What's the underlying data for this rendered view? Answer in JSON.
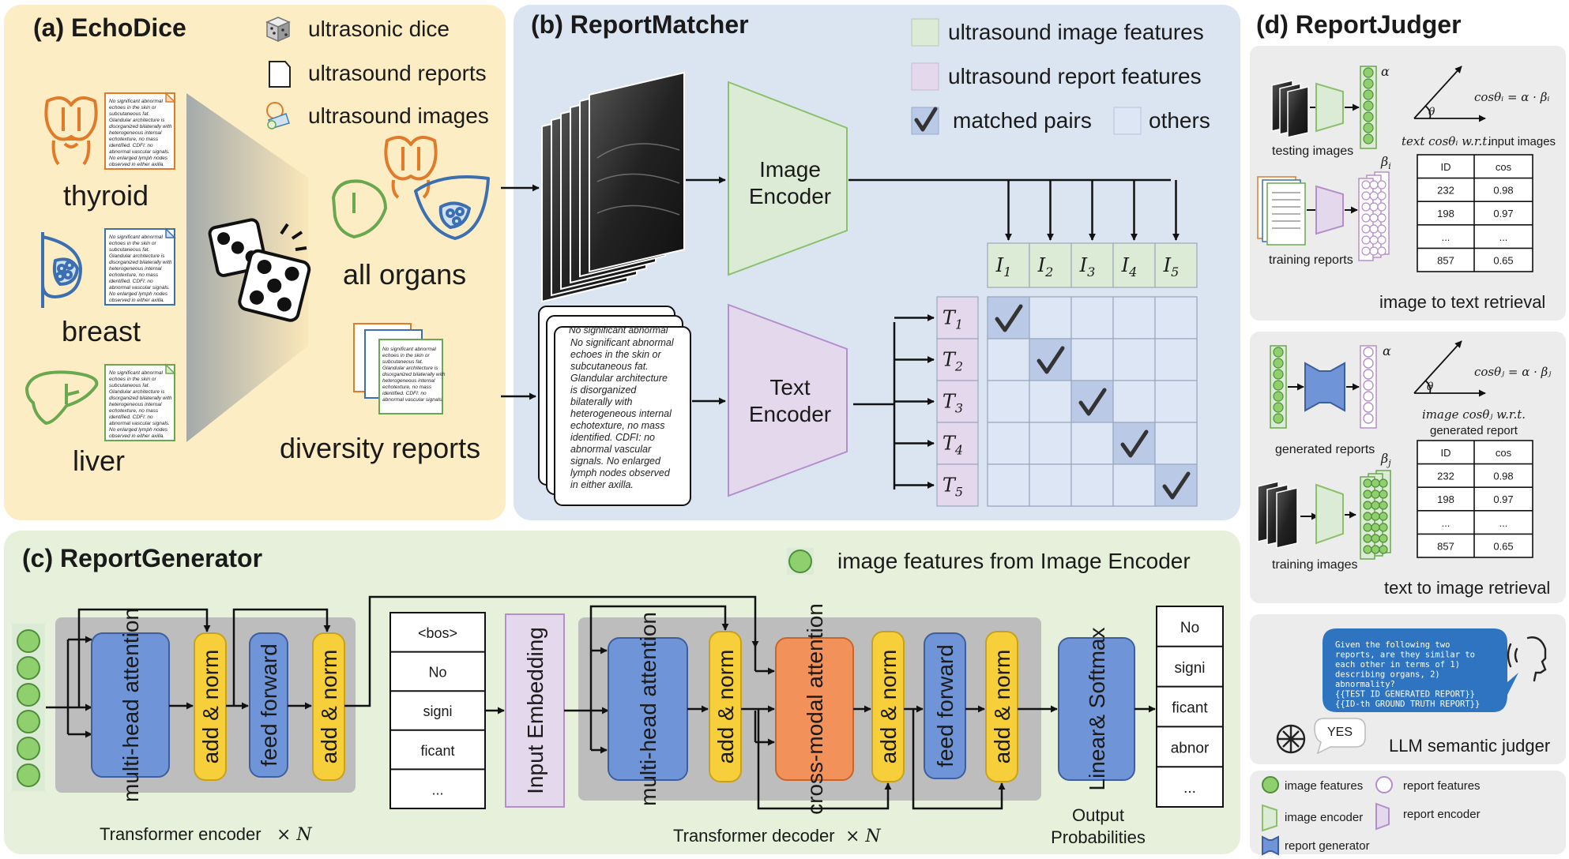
{
  "panel_a": {
    "title": "(a) EchoDice",
    "legend": [
      "ultrasonic dice",
      "ultrasound reports",
      "ultrasound images"
    ],
    "organs": [
      "thyroid",
      "breast",
      "liver"
    ],
    "all_organs": "all organs",
    "diversity_reports": "diversity reports",
    "mini_reports": [
      [
        "No significant abnormal",
        "echoes in the skin or",
        "subcutaneous fat.",
        "Glandular architecture is",
        "disorganized bilaterally with",
        "heterogeneous internal",
        "echotexture, no mass",
        "identified. CDFI: no",
        "abnormal vascular signals.",
        "No enlarged lymph nodes",
        "observed in either axilla."
      ]
    ]
  },
  "panel_b": {
    "title": "(b) ReportMatcher",
    "legend": [
      "ultrasound image features",
      "ultrasound report features",
      "matched pairs",
      "others"
    ],
    "image_encoder": [
      "Image",
      "Encoder"
    ],
    "text_encoder": [
      "Text",
      "Encoder"
    ],
    "image_tokens": [
      "I",
      "I",
      "I",
      "I",
      "I"
    ],
    "text_tokens": [
      "T",
      "T",
      "T",
      "T",
      "T"
    ],
    "subscripts": [
      "1",
      "2",
      "3",
      "4",
      "5"
    ],
    "report_text": [
      "No significant abnormal",
      "echoes in the skin or",
      "subcutaneous fat.",
      "Glandular architecture",
      "is disorganized",
      "bilaterally with",
      "heterogeneous internal",
      "echotexture, no mass",
      "identified. CDFI: no",
      "abnormal vascular",
      "signals. No enlarged",
      "lymph nodes observed",
      "in either axilla."
    ],
    "back_card_text": "No significant abnormal"
  },
  "panel_c": {
    "title": "(c) ReportGenerator",
    "legend": "image features from Image Encoder",
    "encoder_blocks": [
      "multi-head attention",
      "add & norm",
      "feed forward",
      "add & norm"
    ],
    "encoder_label": "Transformer encoder",
    "decoder_label": "Transformer decoder",
    "times_n": "× N",
    "input_tokens": [
      "<bos>",
      "No",
      "signi",
      "ficant",
      "..."
    ],
    "input_embedding": "Input Embedding",
    "decoder_blocks": [
      "multi-head attention",
      "add & norm",
      "cross-modal attention",
      "add & norm",
      "feed forward",
      "add & norm"
    ],
    "linear_softmax": "Linear& Softmax",
    "output_tokens": [
      "No",
      "signi",
      "ficant",
      "abnor",
      "..."
    ],
    "output_label": [
      "Output",
      "Probabilities"
    ]
  },
  "panel_d": {
    "title": "(d) ReportJudger",
    "top": {
      "testing": "testing images",
      "training": "training reports",
      "alpha": "α",
      "beta": "β",
      "beta_sub": "i",
      "formula": "cosθᵢ = α · βᵢ",
      "theta": "θ",
      "caption_a": "text cosθᵢ w.r.t.",
      "caption_b": "input images",
      "table_head": [
        "ID",
        "cos"
      ],
      "rows": [
        [
          "232",
          "0.98"
        ],
        [
          "198",
          "0.97"
        ],
        [
          "...",
          "..."
        ],
        [
          "857",
          "0.65"
        ]
      ],
      "retrieval": "image to text retrieval"
    },
    "mid": {
      "generated": "generated reports",
      "training": "training images",
      "alpha": "α",
      "beta": "β",
      "beta_sub": "j",
      "formula": "cosθⱼ = α · βⱼ",
      "theta": "θ",
      "caption_a": "image cosθⱼ w.r.t.",
      "caption_b": "generated report",
      "table_head": [
        "ID",
        "cos"
      ],
      "rows": [
        [
          "232",
          "0.98"
        ],
        [
          "198",
          "0.97"
        ],
        [
          "...",
          "..."
        ],
        [
          "857",
          "0.65"
        ]
      ],
      "retrieval": "text to image retrieval"
    },
    "bottom": {
      "prompt": [
        "Given the following two",
        "reports, are they similar to",
        "each other in terms of 1)",
        "describing organs, 2)",
        "abnormality?",
        "{{TEST ID GENERATED REPORT}}",
        "{{ID-th GROUND TRUTH REPORT}}"
      ],
      "answer": "YES",
      "label": "LLM semantic judger"
    },
    "legend": [
      "image features",
      "report features",
      "image encoder",
      "report encoder",
      "report generator"
    ]
  }
}
